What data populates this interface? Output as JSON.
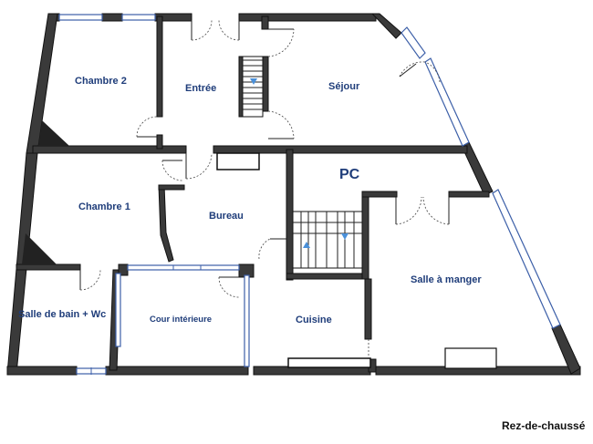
{
  "rooms": {
    "chambre2": "Chambre 2",
    "entree": "Entrée",
    "sejour": "Séjour",
    "pc": "PC",
    "chambre1": "Chambre 1",
    "bureau": "Bureau",
    "salle_bain": "Salle de bain + Wc",
    "cour": "Cour intérieure",
    "cuisine": "Cuisine",
    "salle_manger": "Salle à manger"
  },
  "footer": {
    "level": "Rez-de-chaussé"
  }
}
